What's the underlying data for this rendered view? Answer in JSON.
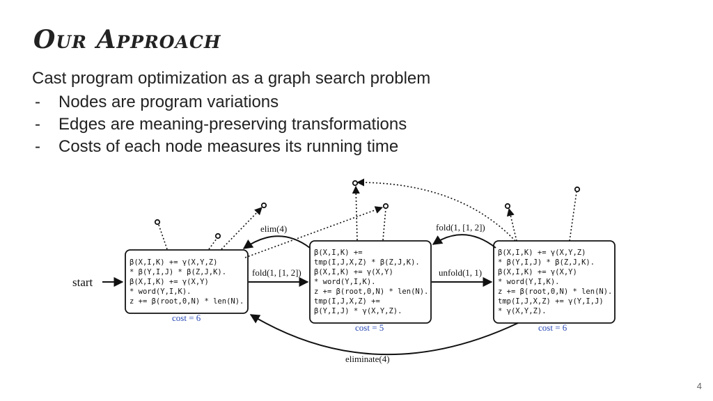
{
  "slide": {
    "title": "Our Approach",
    "intro": "Cast program optimization as a graph search problem",
    "bullets": [
      "Nodes are program variations",
      "Edges are meaning-preserving transformations",
      "Costs of each node measures its running time"
    ],
    "page_number": "4"
  },
  "diagram": {
    "start_label": "start",
    "nodes": [
      {
        "cost": "cost = 6",
        "lines": [
          "β(X,I,K) += γ(X,Y,Z)",
          "  * β(Y,I,J) * β(Z,J,K).",
          "β(X,I,K) += γ(X,Y)",
          "  * word(Y,I,K).",
          "z += β(root,0,N) * len(N)."
        ]
      },
      {
        "cost": "cost = 5",
        "lines": [
          "β(X,I,K) +=",
          "  tmp(I,J,X,Z) * β(Z,J,K).",
          "β(X,I,K) += γ(X,Y)",
          "  * word(Y,I,K).",
          "z += β(root,0,N) * len(N).",
          "tmp(I,J,X,Z) +=",
          "  β(Y,I,J) * γ(X,Y,Z)."
        ]
      },
      {
        "cost": "cost = 6",
        "lines": [
          "β(X,I,K) += γ(X,Y,Z)",
          "  * β(Y,I,J) * β(Z,J,K).",
          "β(X,I,K) += γ(X,Y)",
          "  * word(Y,I,K).",
          "z += β(root,0,N) * len(N).",
          "tmp(I,J,X,Z) += γ(Y,I,J)",
          "  * γ(X,Y,Z)."
        ]
      }
    ],
    "edges": {
      "elim": "elim(4)",
      "fold_forward": "fold(1, [1, 2])",
      "unfold": "unfold(1, 1)",
      "fold_back": "fold(1, [1, 2])",
      "eliminate": "eliminate(4)"
    }
  }
}
